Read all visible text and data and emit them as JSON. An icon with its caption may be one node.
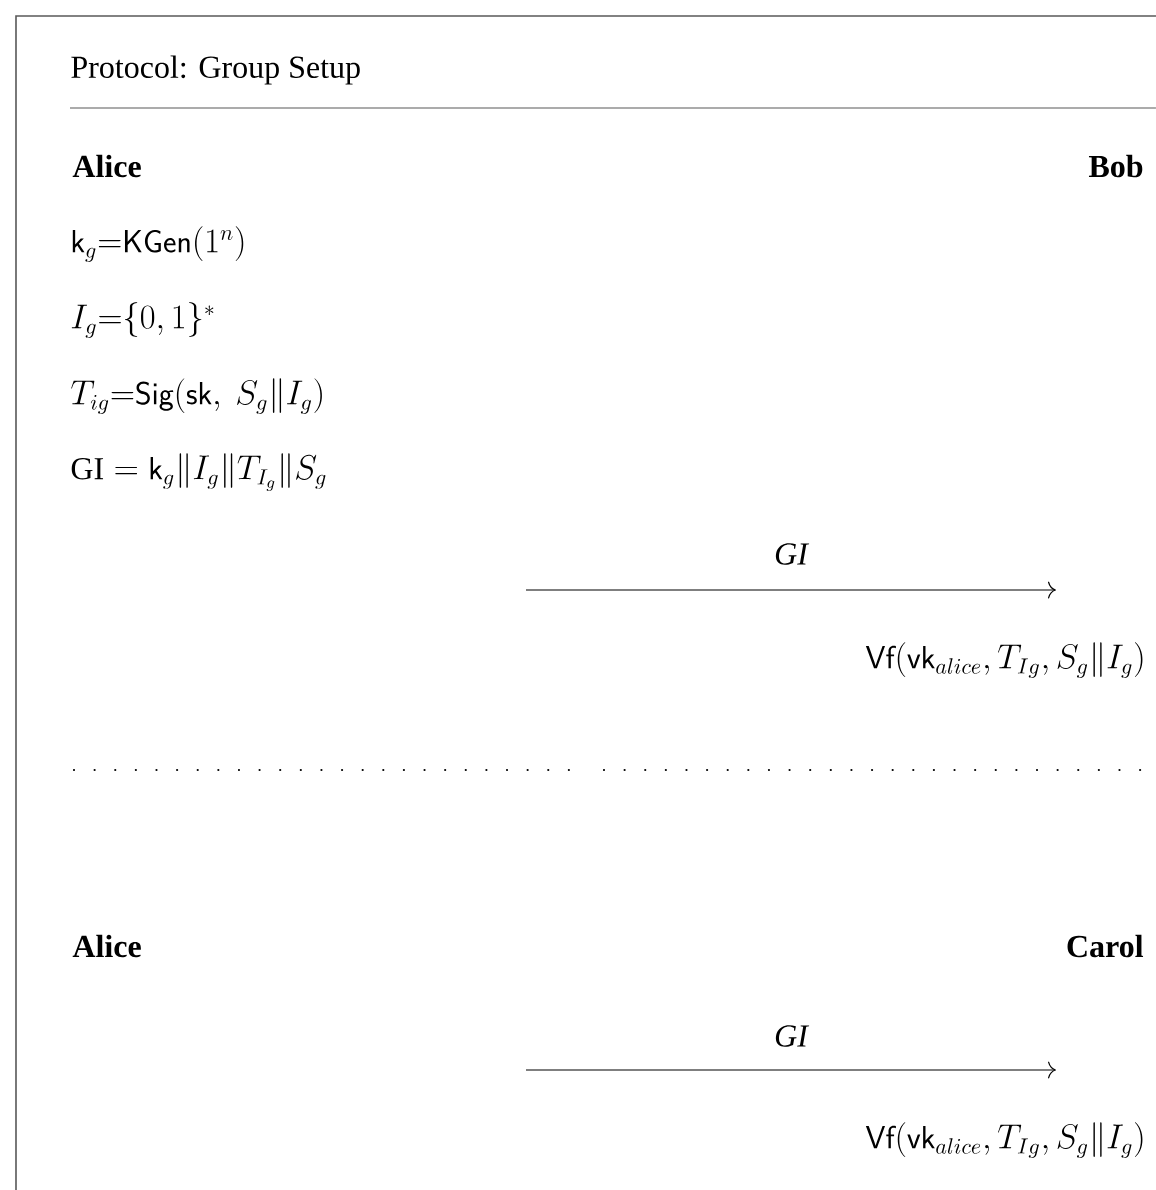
{
  "diagram": {
    "title": "Protocol: Group Setup",
    "nodes": [
      {
        "text": [
          "Alice"
        ]
      },
      {
        "text": [
          "Bob"
        ]
      },
      {
        "text": [
          "Alice"
        ]
      },
      {
        "text": [
          "Carol"
        ]
      }
    ],
    "labels": [
      "\\mathsf{k}_g{=}\\mathsf{KGen}(1^n)",
      "I_g{=}\\{0,1\\}^*",
      "T_{ig}{=}\\mathsf{Sig}(\\mathsf{sk},\\ S_g\\|I_g)",
      "\\mathrm{GI}=\\mathsf{k}_g\\|I_g\\|T_{I_g}\\|S_g",
      "GI",
      "\\mathsf{Vf}(\\mathsf{vk}_{alice},T_{Ig},S_g\\|I_g)",
      "GI",
      "\\mathsf{Vf}(\\mathsf{vk}_{alice},T_{Ig},S_g\\|I_g)"
    ]
  }
}
